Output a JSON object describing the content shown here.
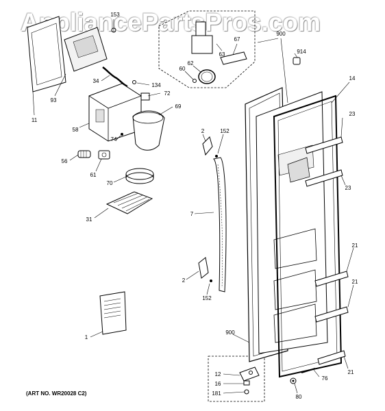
{
  "watermark": "AppliancePartsPros.com",
  "art_number": "(ART NO. WR20028 C2)",
  "callouts": {
    "c153": "153",
    "c900a": "900",
    "c914": "914",
    "c14": "14",
    "c63": "63",
    "c67": "67",
    "c62": "62",
    "c60": "60",
    "c11": "11",
    "c93": "93",
    "c34": "34",
    "c134": "134",
    "c72": "72",
    "c69": "69",
    "c58": "58",
    "c74": "74",
    "c56": "56",
    "c61": "61",
    "c70": "70",
    "c31": "31",
    "c2a": "2",
    "c152a": "152",
    "c23a": "23",
    "c23b": "23",
    "c7": "7",
    "c21a": "21",
    "c2b": "2",
    "c152b": "152",
    "c21b": "21",
    "c1": "1",
    "c900b": "900",
    "c12": "12",
    "c16": "16",
    "c181": "181",
    "c76": "76",
    "c21c": "21",
    "c80": "80"
  }
}
